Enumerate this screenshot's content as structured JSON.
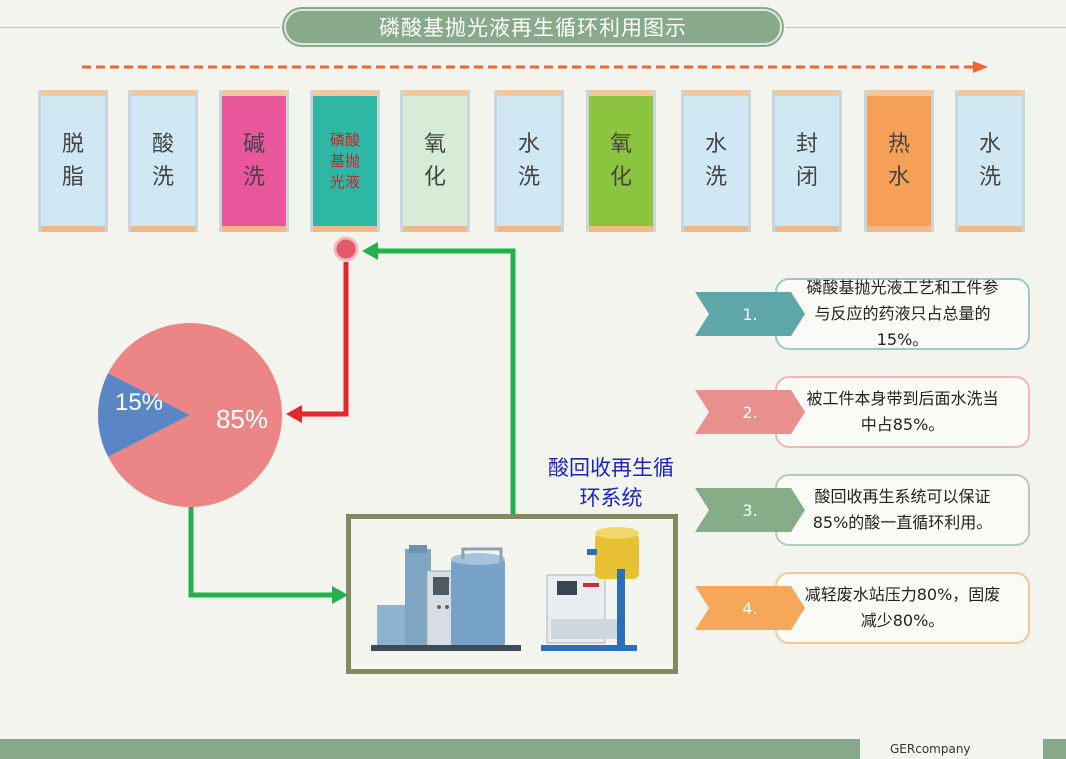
{
  "title": "磷酸基抛光液再生循环利用图示",
  "tanks": [
    {
      "line1": "脱",
      "line2": "脂",
      "line3": "",
      "color": "#cfe8f3",
      "text_color": "#444444"
    },
    {
      "line1": "酸",
      "line2": "洗",
      "line3": "",
      "color": "#cfe8f3",
      "text_color": "#444444"
    },
    {
      "line1": "碱",
      "line2": "洗",
      "line3": "",
      "color": "#e8579c",
      "text_color": "#444444"
    },
    {
      "line1": "磷酸",
      "line2": "基抛",
      "line3": "光液",
      "color": "#2fb7a6",
      "text_color": "#c0262c"
    },
    {
      "line1": "氧",
      "line2": "化",
      "line3": "",
      "color": "#d7ecd7",
      "text_color": "#444444"
    },
    {
      "line1": "水",
      "line2": "洗",
      "line3": "",
      "color": "#cfe8f3",
      "text_color": "#444444"
    },
    {
      "line1": "氧",
      "line2": "化",
      "line3": "",
      "color": "#8bc53f",
      "text_color": "#444444"
    },
    {
      "line1": "水",
      "line2": "洗",
      "line3": "",
      "color": "#cfe8f3",
      "text_color": "#444444"
    },
    {
      "line1": "封",
      "line2": "闭",
      "line3": "",
      "color": "#cfe8f3",
      "text_color": "#444444"
    },
    {
      "line1": "热",
      "line2": "水",
      "line3": "",
      "color": "#f5a056",
      "text_color": "#444444"
    },
    {
      "line1": "水",
      "line2": "洗",
      "line3": "",
      "color": "#cfe8f3",
      "text_color": "#444444"
    }
  ],
  "pie": {
    "slices": [
      {
        "label": "15%",
        "value": 15,
        "color": "#5b86c5"
      },
      {
        "label": "85%",
        "value": 85,
        "color": "#ec8585"
      }
    ]
  },
  "system_label_line1": "酸回收再生循",
  "system_label_line2": "环系统",
  "steps": [
    {
      "num": "1.",
      "text": "磷酸基抛光液工艺和工件参与反应的药液只占总量的15%。",
      "tag_color": "#5ea6a8",
      "border": "#9fc7c8"
    },
    {
      "num": "2.",
      "text": "被工件本身带到后面水洗当中占85%。",
      "tag_color": "#e98f8e",
      "border": "#efb7b6"
    },
    {
      "num": "3.",
      "text": "酸回收再生系统可以保证85%的酸一直循环利用。",
      "tag_color": "#86ad88",
      "border": "#b5ccb5"
    },
    {
      "num": "4.",
      "text": "减轻废水站压力80%，固废减少80%。",
      "tag_color": "#f5a75a",
      "border": "#f4c79b"
    }
  ],
  "footer": "GERcompany"
}
